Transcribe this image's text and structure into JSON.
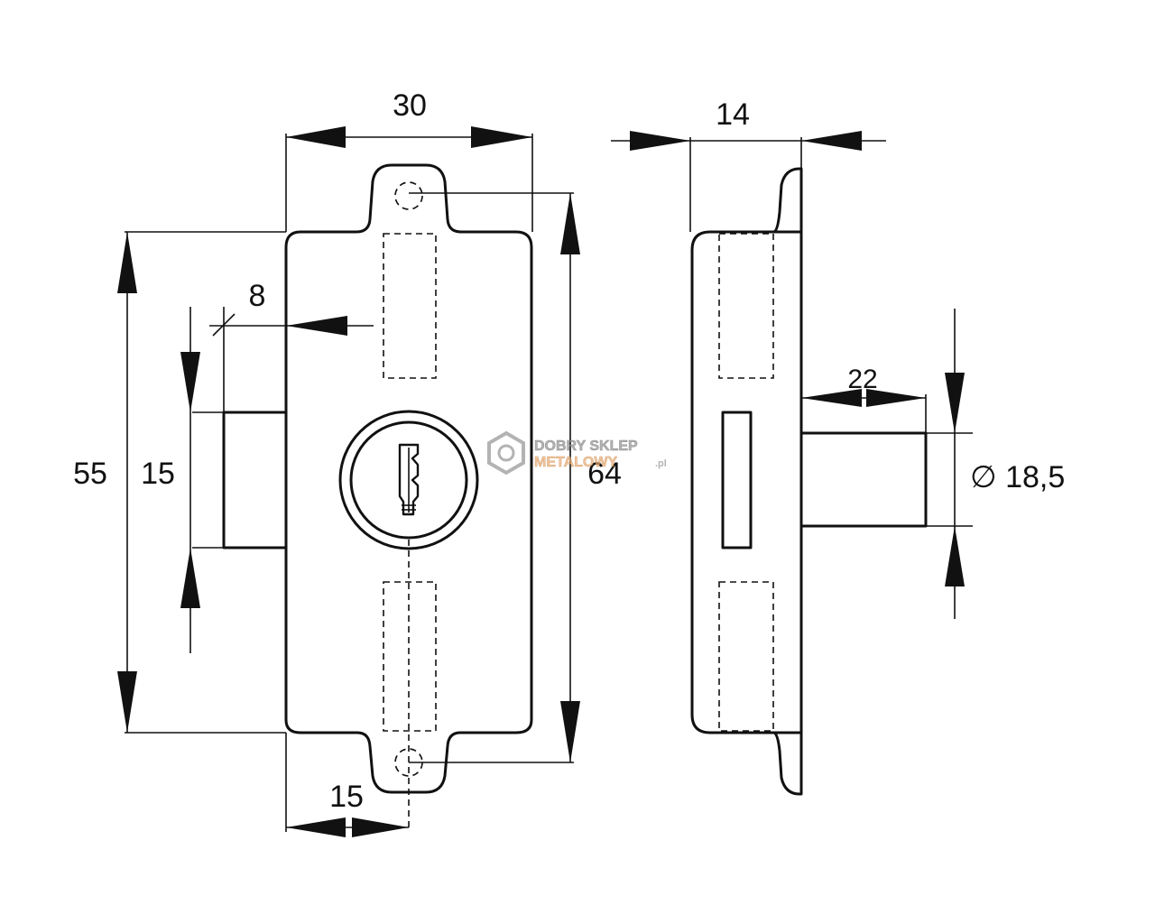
{
  "dimensions": {
    "width_total": "30",
    "depth_total": "14",
    "bolt_offset": "8",
    "bolt_height": "15",
    "body_height": "55",
    "total_height": "64",
    "hole_offset": "15",
    "cylinder_length": "22",
    "cylinder_diameter": "∅ 18,5"
  },
  "watermark": {
    "line1": "DOBRY SKLEP",
    "line2": "METALOWY",
    "suffix": ".pl",
    "color_dark": "#9a9a9a",
    "color_accent": "#f0b27a"
  }
}
